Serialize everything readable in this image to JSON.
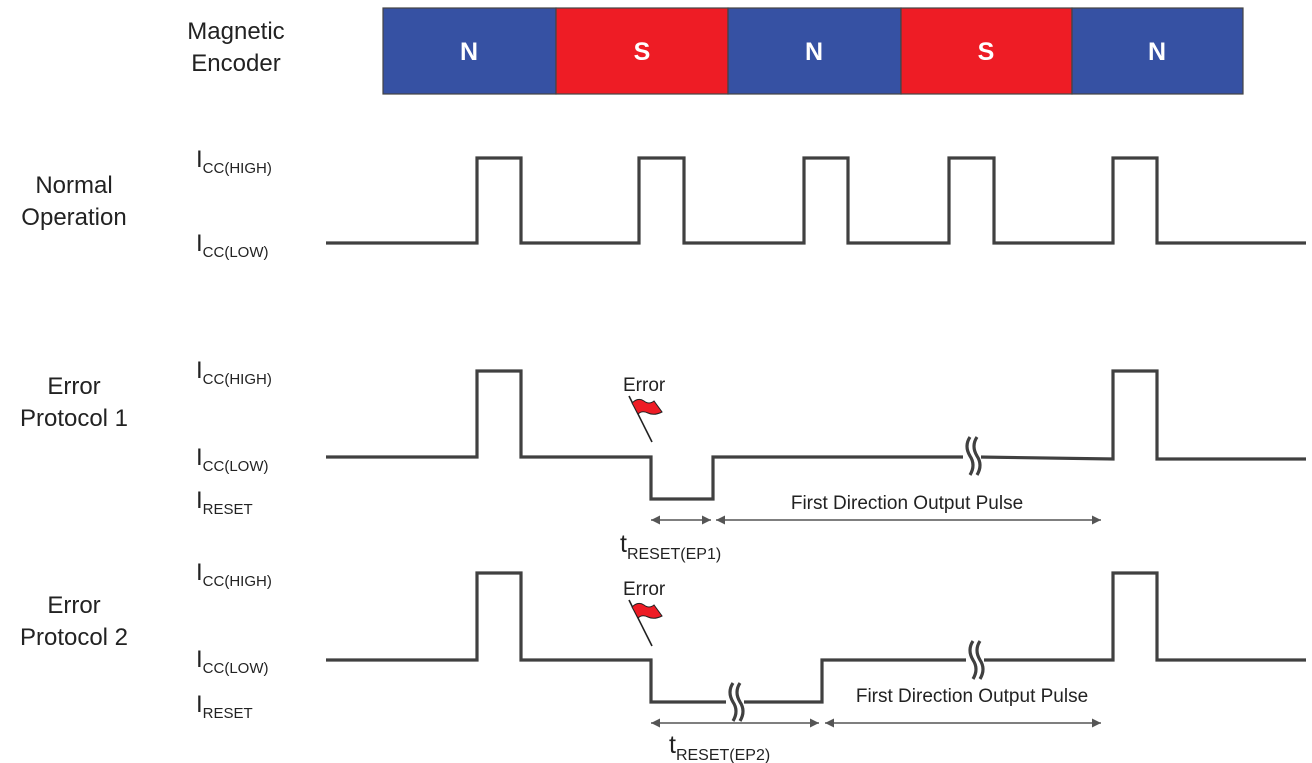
{
  "encoder": {
    "label_line1": "Magnetic",
    "label_line2": "Encoder",
    "poles": [
      "N",
      "S",
      "N",
      "S",
      "N"
    ],
    "colors": {
      "N": "#3651a3",
      "S": "#ee1c25"
    }
  },
  "levels": {
    "icc_high_main": "I",
    "icc_high_sub": "CC(HIGH)",
    "icc_low_main": "I",
    "icc_low_sub": "CC(LOW)",
    "ireset_main": "I",
    "ireset_sub": "RESET"
  },
  "rows": {
    "normal": {
      "line1": "Normal",
      "line2": "Operation"
    },
    "ep1": {
      "line1": "Error",
      "line2": "Protocol 1"
    },
    "ep2": {
      "line1": "Error",
      "line2": "Protocol 2"
    }
  },
  "annotations": {
    "error_label": "Error",
    "first_pulse_label": "First Direction Output Pulse",
    "t_reset_ep1_main": "t",
    "t_reset_ep1_sub": "RESET(EP1)",
    "t_reset_ep2_main": "t",
    "t_reset_ep2_sub": "RESET(EP2)"
  },
  "style": {
    "wave_color": "#404040",
    "flag_color": "#ee1c25"
  }
}
